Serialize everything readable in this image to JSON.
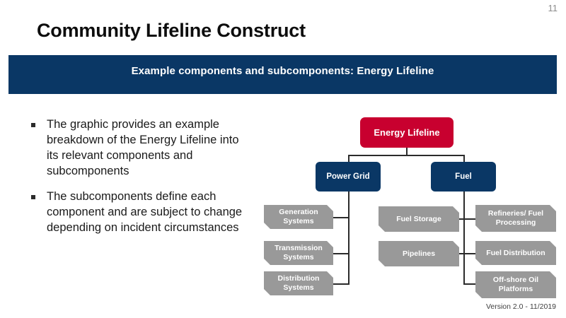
{
  "slide": {
    "page_number": "11",
    "title": "Community Lifeline Construct",
    "banner_text": "Example components and subcomponents: Energy Lifeline",
    "version_text": "Version 2.0 - 11/2019"
  },
  "colors": {
    "navy": "#0A3765",
    "red": "#C8002F",
    "gray": "#999999",
    "connector": "#2B2B2B",
    "page_number": "#8D8D8D"
  },
  "bullets": [
    {
      "text": "The graphic provides an example breakdown of the Energy Lifeline into its relevant components and subcomponents"
    },
    {
      "text": "The subcomponents define each component and are subject to change depending on incident circumstances"
    }
  ],
  "diagram": {
    "root": {
      "label": "Energy Lifeline"
    },
    "branches": [
      {
        "label": "Power Grid"
      },
      {
        "label": "Fuel"
      }
    ],
    "leaves_power_grid": [
      {
        "label": "Generation Systems"
      },
      {
        "label": "Transmission Systems"
      },
      {
        "label": "Distribution Systems"
      }
    ],
    "leaves_fuel_left": [
      {
        "label": "Fuel Storage"
      },
      {
        "label": "Pipelines"
      }
    ],
    "leaves_fuel_right": [
      {
        "label": "Refineries/ Fuel Processing"
      },
      {
        "label": "Fuel Distribution"
      },
      {
        "label": "Off-shore Oil Platforms"
      }
    ]
  }
}
